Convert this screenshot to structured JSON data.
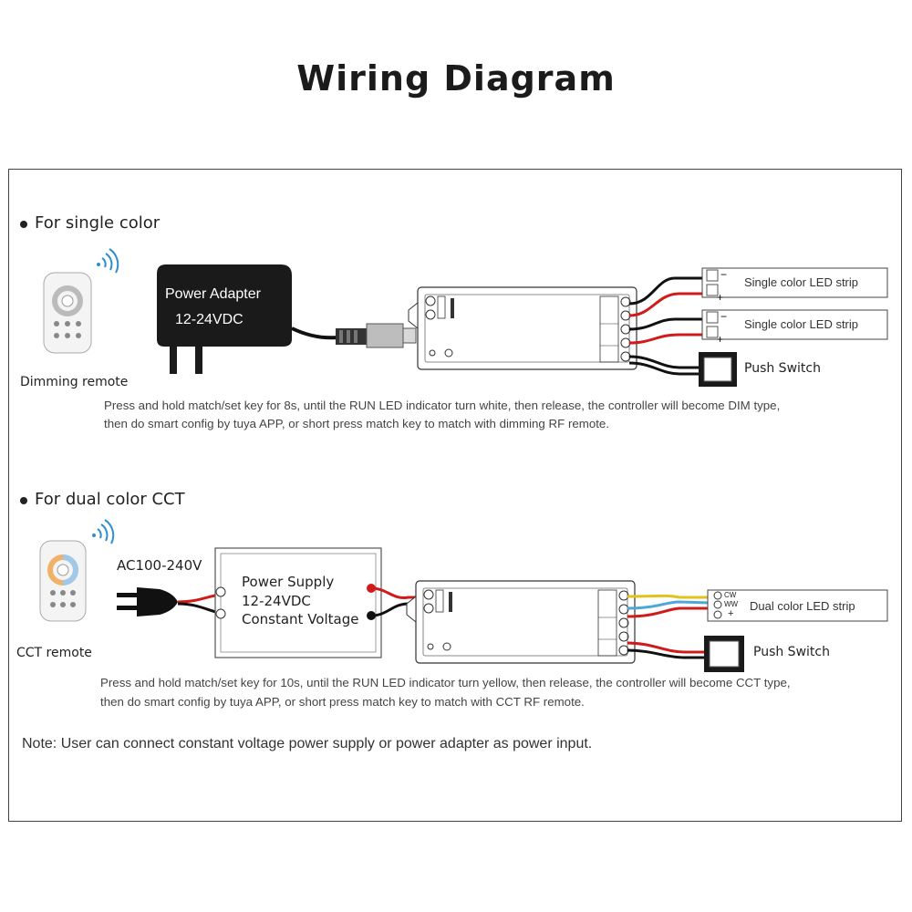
{
  "title": "Wiring Diagram",
  "colors": {
    "wire_red": "#d01b1b",
    "wire_black": "#111111",
    "wire_yellow": "#e3c21a",
    "wire_blue": "#4fa7d8",
    "adapter_body": "#1a1a1a"
  },
  "single": {
    "heading": "For single color",
    "remote_label": "Dimming remote",
    "adapter_line1": "Power Adapter",
    "adapter_line2": "12-24VDC",
    "strip1_label": "Single color LED strip",
    "strip2_label": "Single color LED strip",
    "switch_label": "Push Switch",
    "instruction_line1": "Press and hold match/set key for 8s, until the RUN LED indicator turn white, then release, the controller will become DIM type,",
    "instruction_line2": "then do  smart  config by  tuya  APP,  or  short press match key to match  with dimming  RF  remote."
  },
  "cct": {
    "heading": "For dual color CCT",
    "remote_label": "CCT remote",
    "ac_label": "AC100-240V",
    "psu_line1": "Power Supply",
    "psu_line2": "12-24VDC",
    "psu_line3": "Constant Voltage",
    "strip_label": "Dual color LED strip",
    "strip_cw": "CW",
    "strip_ww": "WW",
    "strip_plus": "+",
    "switch_label": "Push Switch",
    "instruction_line1": "Press and hold match/set key for 10s, until the RUN LED indicator turn yellow, then release, the controller will become CCT type,",
    "instruction_line2": "then do  smart  config by  tuya  APP,  or  short press match key to match  with CCT  RF  remote."
  },
  "note": "Note: User can connect constant voltage power supply or power adapter as power input."
}
